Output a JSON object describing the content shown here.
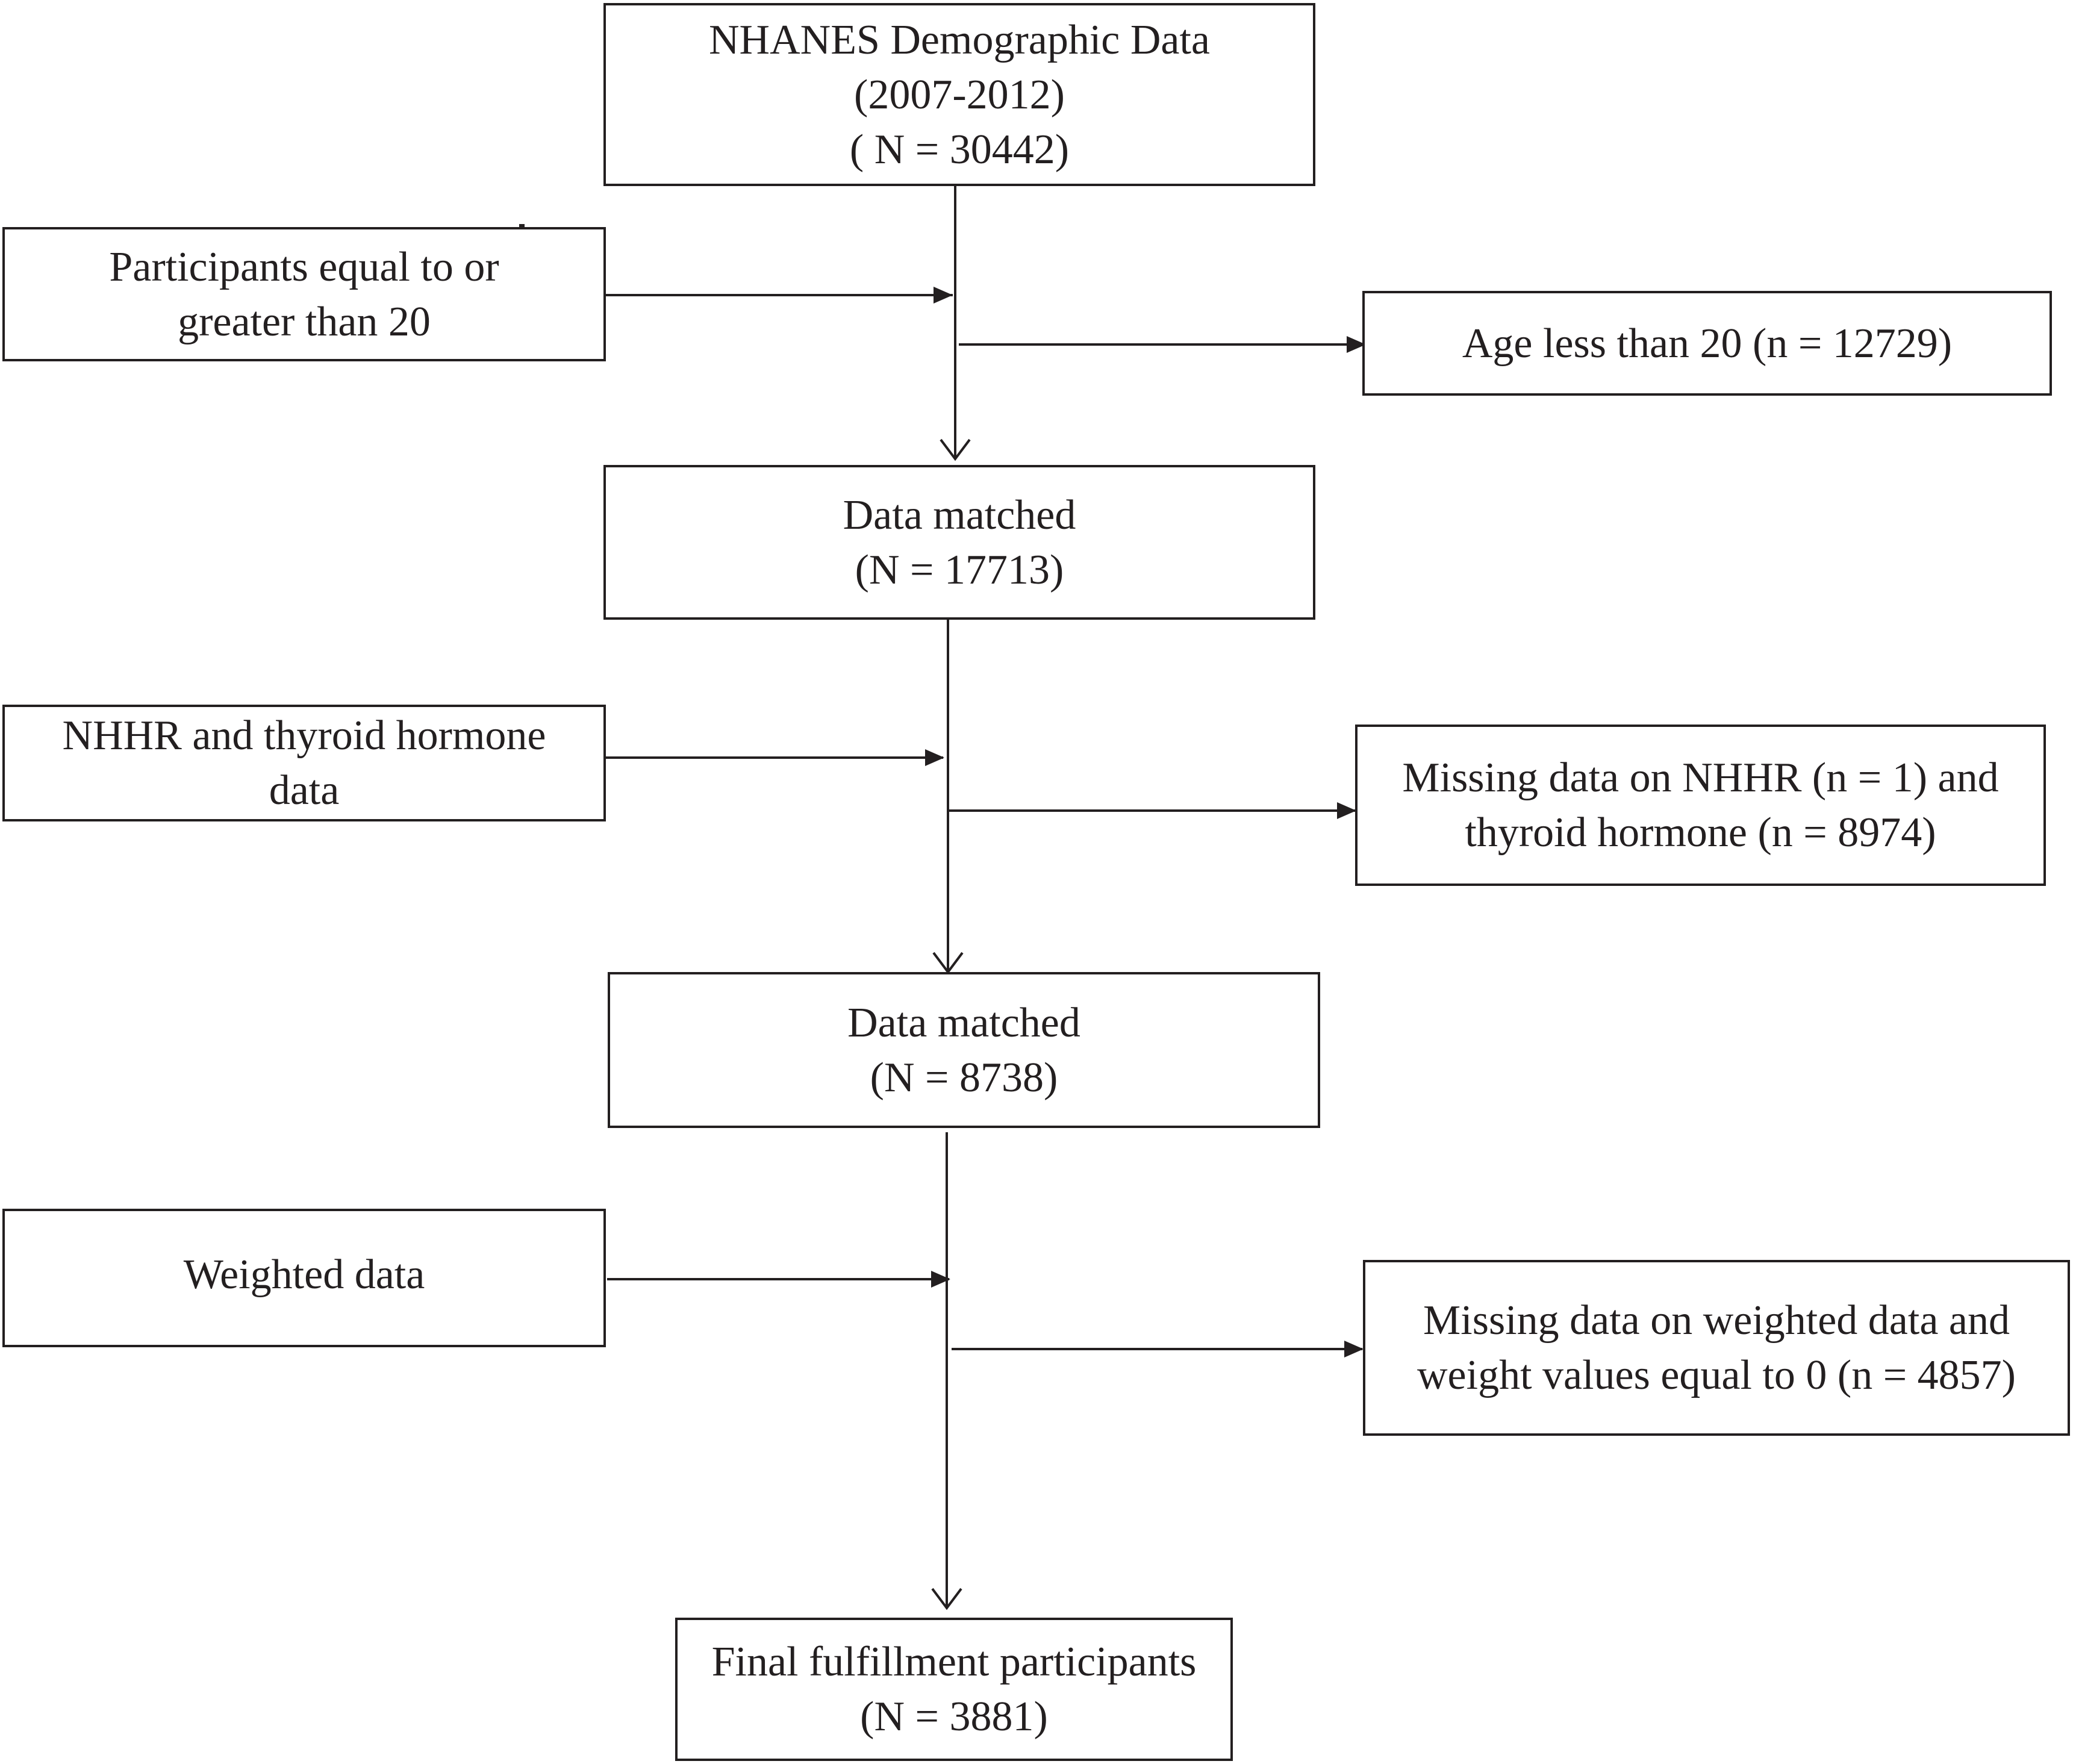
{
  "flowchart": {
    "main_steps": [
      {
        "id": "source",
        "lines": [
          "NHANES Demographic Data",
          "(2007-2012)",
          "( N = 30442)"
        ]
      },
      {
        "id": "matched-1",
        "lines": [
          "Data matched",
          "(N = 17713)"
        ]
      },
      {
        "id": "matched-2",
        "lines": [
          "Data matched",
          "(N = 8738)"
        ]
      },
      {
        "id": "final",
        "lines": [
          "Final fulfillment participants",
          "(N = 3881)"
        ]
      }
    ],
    "inclusion_criteria": [
      {
        "id": "inclusion-age",
        "lines": [
          "Participants equal to or",
          "greater than 20"
        ]
      },
      {
        "id": "inclusion-nhhr",
        "lines": [
          "NHHR and thyroid hormone",
          "data"
        ]
      },
      {
        "id": "inclusion-weighted",
        "lines": [
          "Weighted data"
        ]
      }
    ],
    "exclusions": [
      {
        "id": "exclusion-age",
        "lines": [
          "Age less than 20 (n = 12729)"
        ]
      },
      {
        "id": "exclusion-nhhr",
        "lines": [
          "Missing data on NHHR (n = 1) and",
          "thyroid hormone (n = 8974)"
        ]
      },
      {
        "id": "exclusion-weighted",
        "lines": [
          "Missing data on weighted data and",
          "weight values equal to 0 (n = 4857)"
        ]
      }
    ],
    "colors": {
      "stroke": "#231f20",
      "background": "#ffffff"
    }
  }
}
